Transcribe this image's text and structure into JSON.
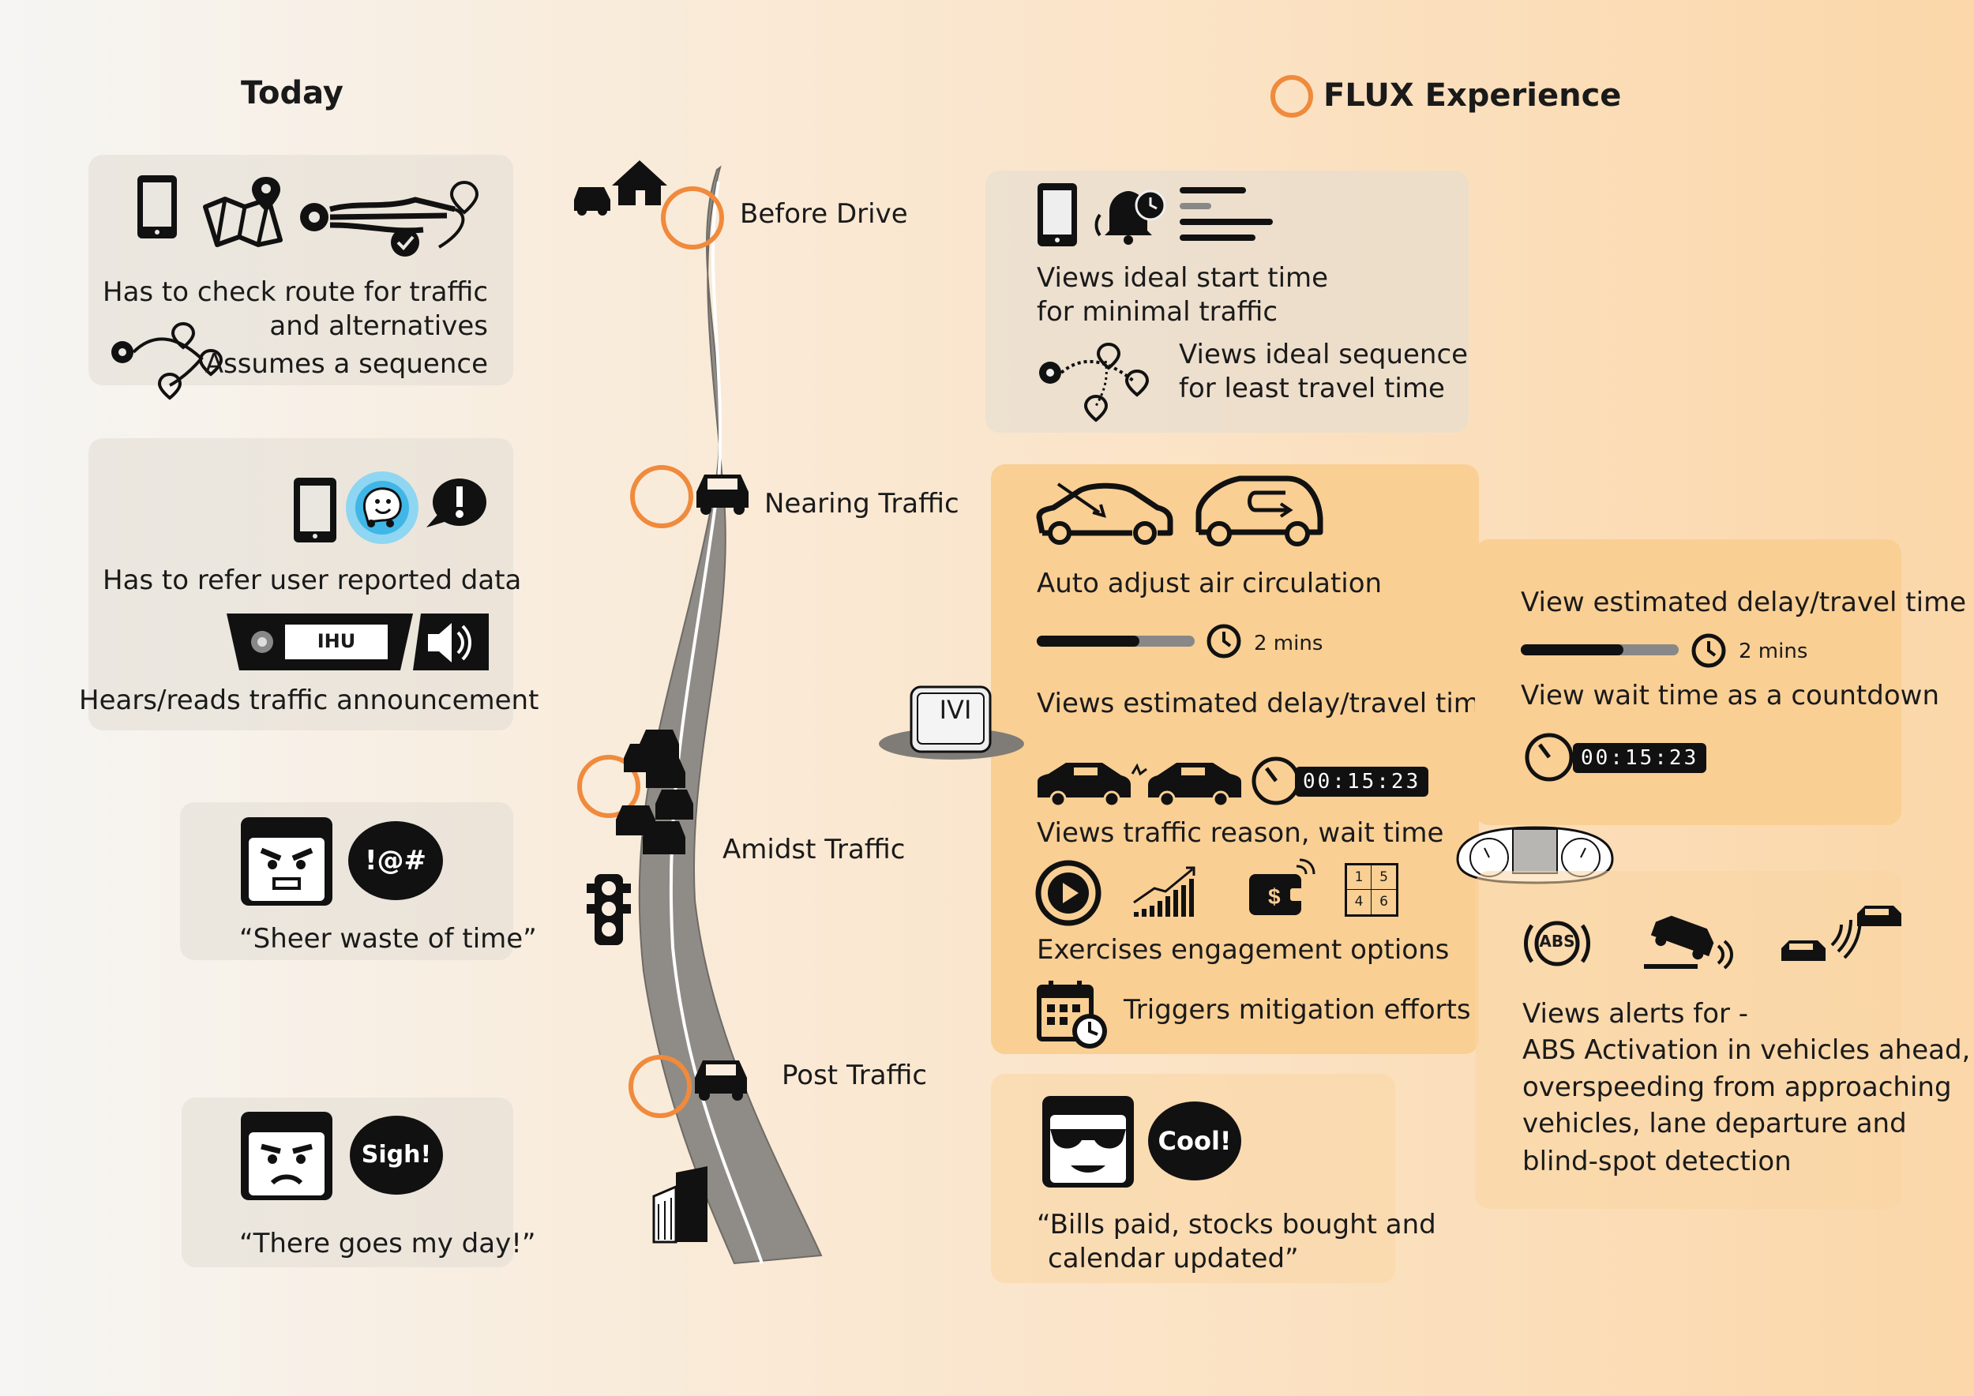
{
  "headers": {
    "today": "Today",
    "flux": "FLUX Experience"
  },
  "colors": {
    "accent": "#f08a3c",
    "card_today": "#e6e1d9",
    "card_flux": "#f9cf94",
    "road": "#8f8c87"
  },
  "stages": [
    "Before Drive",
    "Nearing Traffic",
    "Amidst Traffic",
    "Post Traffic"
  ],
  "ivi_label": "IVI",
  "today": {
    "before": {
      "line1": "Has to check route for traffic",
      "line2": "and alternatives",
      "line3": "Assumes a sequence"
    },
    "nearing": {
      "line1": "Has to refer user reported data",
      "ihu_label": "IHU",
      "line2": "Hears/reads traffic announcement"
    },
    "amidst": {
      "bubble": "!@#",
      "quote": "“Sheer waste of time”"
    },
    "post": {
      "bubble": "Sigh!",
      "quote": "“There goes my day!”"
    }
  },
  "flux": {
    "before": {
      "start_line1": "Views ideal start time",
      "start_line2": "for minimal traffic",
      "seq_line1": "Views ideal sequence",
      "seq_line2": "for least travel time"
    },
    "nearing": {
      "air": "Auto adjust air circulation",
      "mins": "2 mins",
      "delay": "Views estimated delay/travel time"
    },
    "amidst": {
      "timer": "00:15:23",
      "reason": "Views traffic reason, wait time",
      "engage": "Exercises engagement options",
      "mitigate": "Triggers mitigation efforts",
      "sudoku": [
        "1",
        "5",
        "4",
        "6"
      ]
    },
    "post": {
      "bubble": "Cool!",
      "quote_line1": "“Bills paid, stocks bought and",
      "quote_line2": "calendar updated”"
    },
    "cluster": {
      "delay": "View estimated delay/travel time",
      "mins": "2 mins",
      "countdown": "View wait time as a countdown",
      "timer": "00:15:23",
      "alerts_title": "Views alerts for -",
      "alerts_1": "ABS Activation in vehicles ahead,",
      "alerts_2": "overspeeding from approaching",
      "alerts_3": "vehicles, lane departure and",
      "alerts_4": "blind-spot detection",
      "abs_label": "ABS"
    }
  },
  "icons": [
    "phone-icon",
    "map-icon",
    "route-icon",
    "pin-icon",
    "waze-icon",
    "alert-bubble-icon",
    "speaker-icon",
    "home-icon",
    "car-icon",
    "traffic-light-icon",
    "building-icon",
    "bell-icon",
    "list-icon",
    "recirculation-icon",
    "clock-icon",
    "crash-icon",
    "play-icon",
    "stocks-icon",
    "wallet-icon",
    "calendar-icon",
    "cluster-icon",
    "abs-icon",
    "skid-icon",
    "blindspot-icon"
  ]
}
